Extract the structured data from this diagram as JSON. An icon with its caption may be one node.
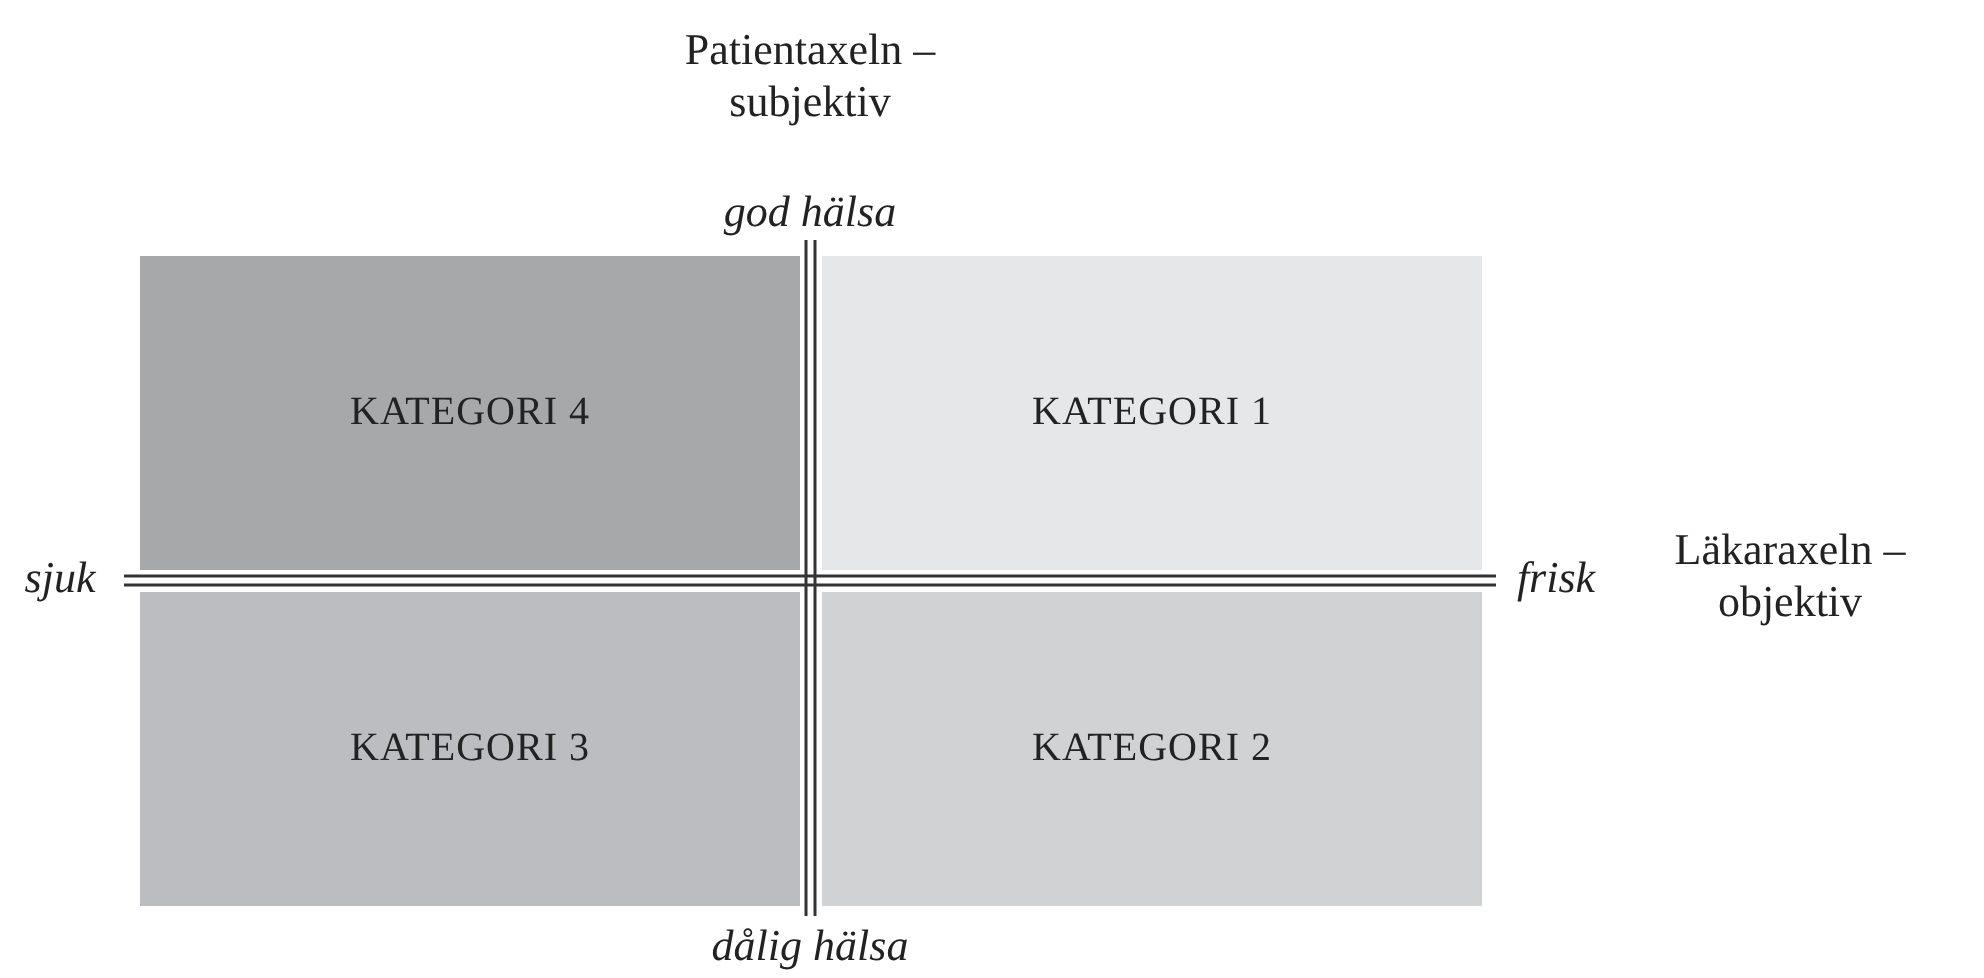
{
  "diagram": {
    "nodes": [
      {
        "text": [
          "KATEGORI 4"
        ]
      },
      {
        "text": [
          "KATEGORI 1"
        ]
      },
      {
        "text": [
          "KATEGORI 3"
        ]
      },
      {
        "text": [
          "KATEGORI 2"
        ]
      }
    ],
    "labels": [
      "Patientaxeln – subjektiv",
      "god hälsa",
      "sjuk",
      "frisk",
      "Läkaraxeln – objektiv",
      "dålig hälsa"
    ]
  }
}
